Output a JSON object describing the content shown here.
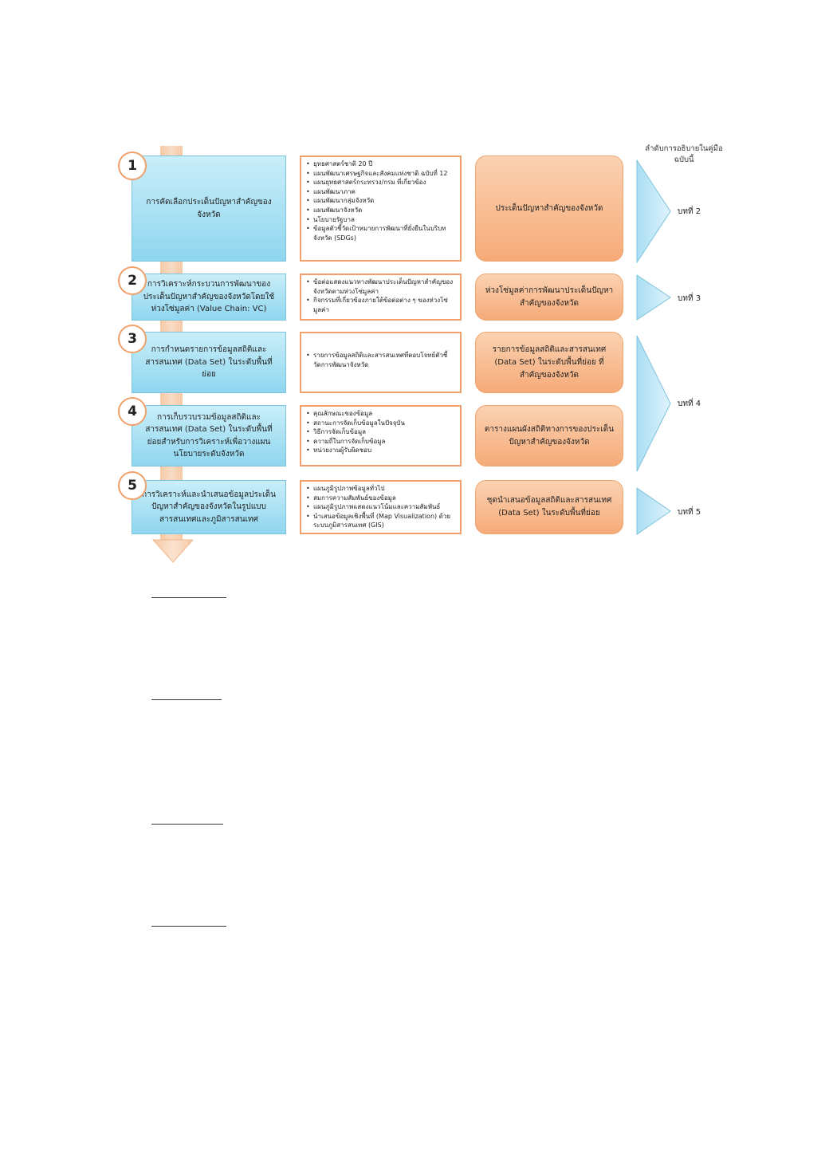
{
  "column_header": {
    "line1": "ลำดับการอธิบายในคู่มือ",
    "line2": "ฉบับนี้"
  },
  "steps": [
    {
      "number": "1",
      "title": "การคัดเลือกประเด็นปัญหาสำคัญของจังหวัด",
      "inputs": [
        "ยุทธศาสตร์ชาติ 20 ปี",
        "แผนพัฒนาเศรษฐกิจและสังคมแห่งชาติ ฉบับที่ 12",
        "แผนยุทธศาสตร์กระทรวง/กรม ที่เกี่ยวข้อง",
        "แผนพัฒนาภาค",
        "แผนพัฒนากลุ่มจังหวัด",
        "แผนพัฒนาจังหวัด",
        "นโยบายรัฐบาล",
        "ข้อมูลตัวชี้วัดเป้าหมายการพัฒนาที่ยั่งยืนในบริบทจังหวัด (SDGs)"
      ],
      "output": "ประเด็นปัญหาสำคัญของจังหวัด"
    },
    {
      "number": "2",
      "title": "การวิเคราะห์กระบวนการพัฒนาของประเด็นปัญหาสำคัญของจังหวัดโดยใช้ห่วงโซ่มูลค่า (Value Chain: VC)",
      "inputs": [
        "ข้อต่อแสดงแนวทางพัฒนาประเด็นปัญหาสำคัญของจังหวัดตามห่วงโซ่มูลค่า",
        "กิจกรรมที่เกี่ยวข้องภายใต้ข้อต่อต่าง ๆ ของห่วงโซ่มูลค่า"
      ],
      "output": "ห่วงโซ่มูลค่าการพัฒนาประเด็นปัญหาสำคัญของจังหวัด"
    },
    {
      "number": "3",
      "title": "การกำหนดรายการข้อมูลสถิติและสารสนเทศ (Data Set) ในระดับพื้นที่ย่อย",
      "inputs": [
        "รายการข้อมูลสถิติและสารสนเทศที่ตอบโจทย์ตัวชี้วัดการพัฒนาจังหวัด"
      ],
      "output": "รายการข้อมูลสถิติและสารสนเทศ (Data Set) ในระดับพื้นที่ย่อย ที่สำคัญของจังหวัด"
    },
    {
      "number": "4",
      "title": "การเก็บรวบรวมข้อมูลสถิติและสารสนเทศ (Data Set) ในระดับพื้นที่ย่อยสำหรับการวิเคราะห์เพื่อวางแผนนโยบายระดับจังหวัด",
      "inputs": [
        "คุณลักษณะของข้อมูล",
        "สถานะการจัดเก็บข้อมูลในปัจจุบัน",
        "วิธีการจัดเก็บข้อมูล",
        "ความถี่ในการจัดเก็บข้อมูล",
        "หน่วยงานผู้รับผิดชอบ"
      ],
      "output": "ตารางแผนผังสถิติทางการของประเด็นปัญหาสำคัญของจังหวัด"
    },
    {
      "number": "5",
      "title": "การวิเคราะห์และนำเสนอข้อมูลประเด็นปัญหาสำคัญของจังหวัดในรูปแบบสารสนเทศและภูมิสารสนเทศ",
      "inputs": [
        "แผนภูมิรูปภาพข้อมูลทั่วไป",
        "สมการความสัมพันธ์ของข้อมูล",
        "แผนภูมิรูปภาพแสดงแนวโน้มและความสัมพันธ์",
        "นำเสนอข้อมูลเชิงพื้นที่ (Map Visualization) ด้วยระบบภูมิสารสนเทศ (GIS)"
      ],
      "output": "ชุดนำเสนอข้อมูลสถิติและสารสนเทศ (Data Set) ในระดับพื้นที่ย่อย"
    }
  ],
  "chapters": [
    "บทที่ 2",
    "บทที่ 3",
    "บทที่ 4",
    "บทที่ 5"
  ]
}
